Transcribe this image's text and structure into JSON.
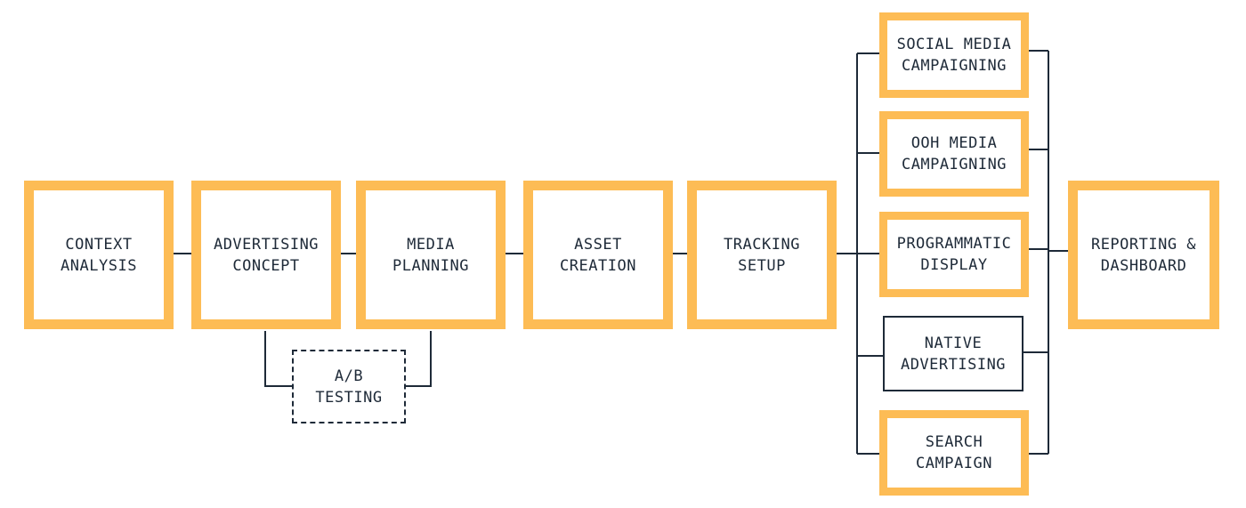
{
  "colors": {
    "accent": "#fdbc55",
    "line": "#1e2a38",
    "text": "#1e2a38"
  },
  "nodes": {
    "context_analysis": "CONTEXT\nANALYSIS",
    "advertising_concept": "ADVERTISING\nCONCEPT",
    "media_planning": "MEDIA\nPLANNING",
    "asset_creation": "ASSET\nCREATION",
    "tracking_setup": "TRACKING\nSETUP",
    "social_media": "SOCIAL MEDIA\nCAMPAIGNING",
    "ooh_media": "OOH MEDIA\nCAMPAIGNING",
    "programmatic": "PROGRAMMATIC\nDISPLAY",
    "native": "NATIVE\nADVERTISING",
    "search": "SEARCH\nCAMPAIGN",
    "reporting": "REPORTING &\nDASHBOARD",
    "ab_testing": "A/B\nTESTING"
  }
}
